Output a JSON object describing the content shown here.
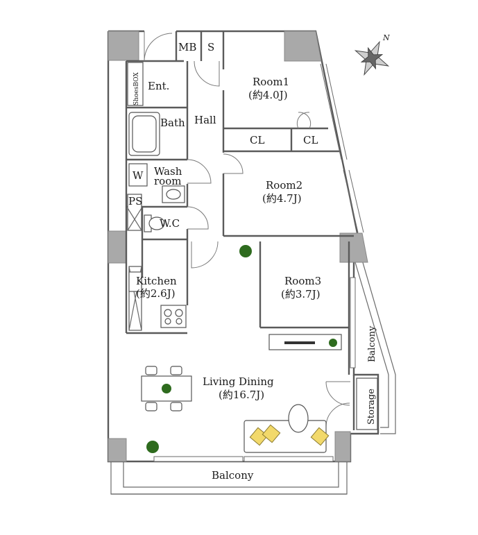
{
  "floorplan": {
    "rooms": {
      "mb": "MB",
      "s": "S",
      "shoes_box": "ShoesBOX",
      "entrance": "Ent.",
      "hall": "Hall",
      "bath": "Bath",
      "wash_line1": "Wash",
      "wash_line2": "room",
      "w": "W",
      "ps": "PS",
      "wc": "W.C",
      "room1_name": "Room1",
      "room1_size": "(約4.0J)",
      "cl1": "CL",
      "cl2": "CL",
      "room2_name": "Room2",
      "room2_size": "(約4.7J)",
      "room3_name": "Room3",
      "room3_size": "(約3.7J)",
      "kitchen_name": "Kitchen",
      "kitchen_size": "(約2.6J)",
      "living_name": "Living Dining",
      "living_size": "(約16.7J)",
      "balcony_side": "Balcony",
      "storage": "Storage",
      "balcony_bottom": "Balcony"
    },
    "compass": {
      "north_label": "N",
      "icon": "compass-rose-icon"
    },
    "colors": {
      "wall": "#5a5a5a",
      "pillar": "#a9a9a9",
      "furniture_accent": "#f2d96b",
      "plant": "#2e6b1e"
    }
  }
}
